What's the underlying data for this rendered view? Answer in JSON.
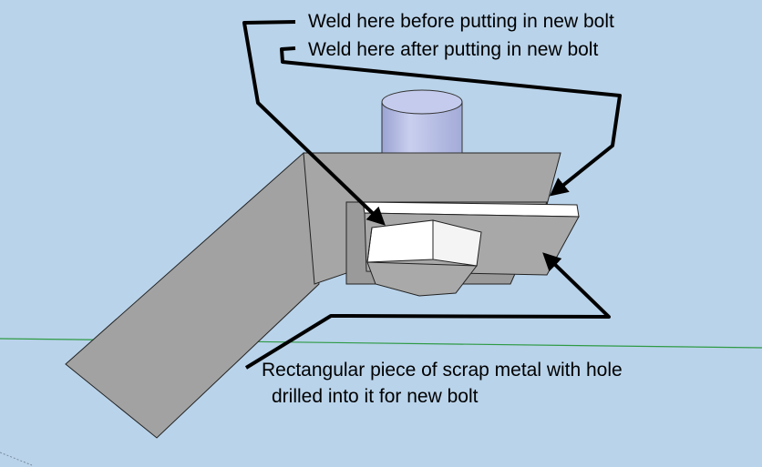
{
  "annotations": {
    "weld_before": "Weld here before putting in new bolt",
    "weld_after": "Weld here after putting in new bolt",
    "scrap_line1": "Rectangular piece of scrap metal with hole",
    "scrap_line2": "drilled into it for new bolt"
  },
  "colors": {
    "sky": "#b9d3ea",
    "metal_gray": "#a6a6a6",
    "metal_dark": "#939393",
    "bolt_shaft": "#b6bddf",
    "plate_white": "#ffffff",
    "ground_line": "#2e9a44",
    "ink": "#000000"
  }
}
